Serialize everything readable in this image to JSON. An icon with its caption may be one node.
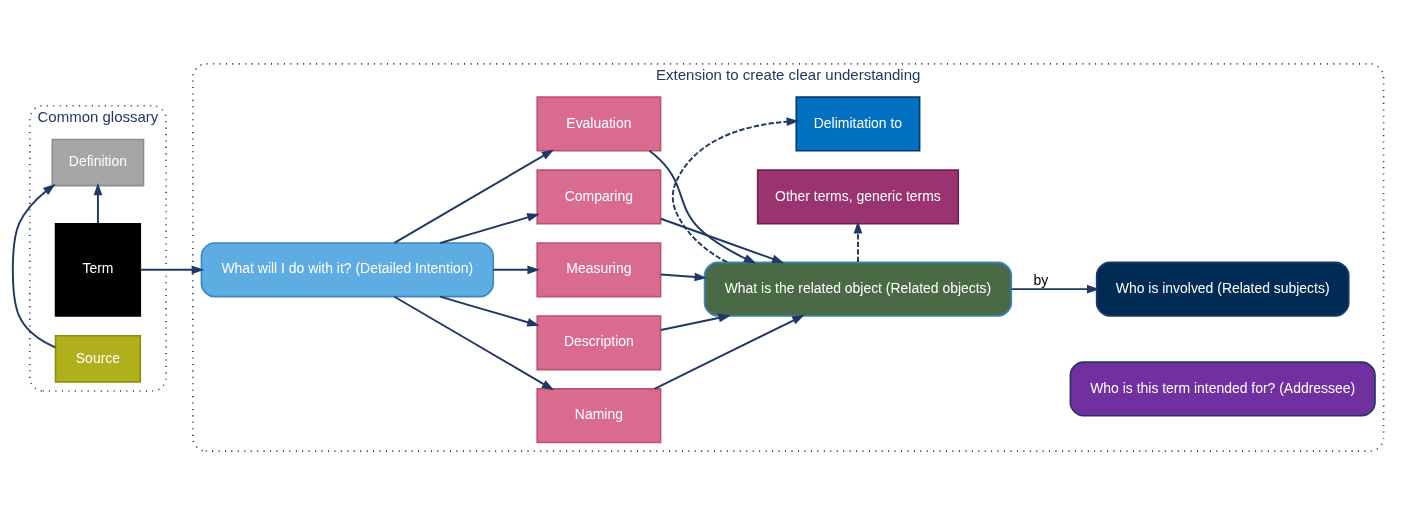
{
  "diagram": {
    "nodes": [
      {
        "text": [
          "Common glossary"
        ]
      },
      {
        "text": [
          "Term"
        ],
        "in": 0
      },
      {
        "text": [
          "Definition"
        ],
        "in": 0
      },
      {
        "text": [
          "Source"
        ],
        "in": 0
      },
      {
        "text": [
          "Extension to create clear understanding"
        ]
      },
      {
        "text": [
          "What will I do with it? (Detailed Intention)"
        ],
        "in": 4
      },
      {
        "text": [
          "Naming"
        ],
        "in": 4
      },
      {
        "text": [
          "Description"
        ],
        "in": 4
      },
      {
        "text": [
          "Measuring"
        ],
        "in": 4
      },
      {
        "text": [
          "Comparing"
        ],
        "in": 4
      },
      {
        "text": [
          "Evaluation"
        ],
        "in": 4
      },
      {
        "text": [
          "Delimitation to"
        ],
        "in": 4
      },
      {
        "text": [
          "What is the related object (Related objects)"
        ],
        "in": 4
      },
      {
        "text": [
          "Other terms, generic terms"
        ],
        "in": 4
      },
      {
        "text": [
          "Who is this term intended for? (Addressee)"
        ],
        "in": 4
      },
      {
        "text": [
          "Who is involved (Related subjects)"
        ],
        "in": 4
      }
    ],
    "edges": [
      {
        "from": 1,
        "to": 2,
        "arrow": "to"
      },
      {
        "from": 3,
        "to": 2,
        "arrow": "to"
      },
      {
        "from": 1,
        "to": 5,
        "arrow": "to"
      },
      {
        "from": 5,
        "to": 6,
        "arrow": "to"
      },
      {
        "from": 5,
        "to": 7,
        "arrow": "to"
      },
      {
        "from": 5,
        "to": 8,
        "arrow": "to"
      },
      {
        "from": 5,
        "to": 9,
        "arrow": "to"
      },
      {
        "from": 5,
        "to": 10,
        "arrow": "to"
      },
      {
        "from": 6,
        "to": 12,
        "arrow": "to"
      },
      {
        "from": 7,
        "to": 12,
        "arrow": "to"
      },
      {
        "from": 8,
        "to": 12,
        "arrow": "to"
      },
      {
        "from": 9,
        "to": 12,
        "arrow": "to"
      },
      {
        "from": 10,
        "to": 12,
        "arrow": "to"
      },
      {
        "from": 12,
        "to": 11,
        "arrow": "to",
        "style": "dashed"
      },
      {
        "from": 12,
        "to": 13,
        "arrow": "to",
        "style": "dashed"
      },
      {
        "from": 12,
        "to": 15,
        "arrow": "to",
        "label": "by"
      }
    ]
  }
}
